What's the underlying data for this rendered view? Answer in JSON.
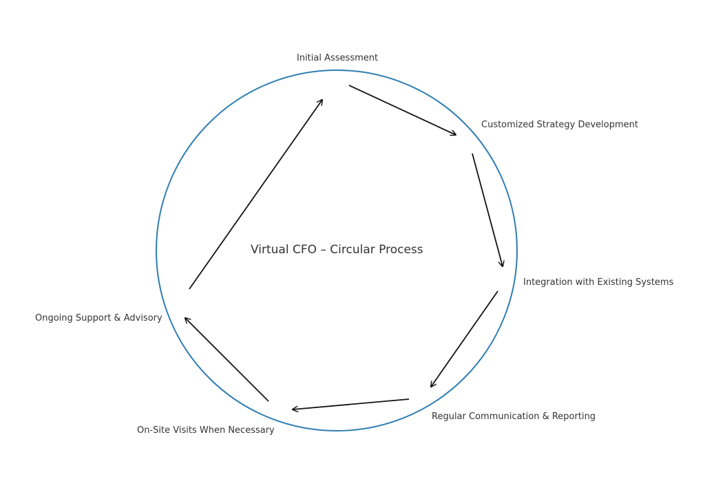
{
  "diagram": {
    "title": "Virtual CFO – Circular Process",
    "circle_color": "#2f7db3",
    "arrow_color": "#111111",
    "steps": [
      {
        "label": "Initial Assessment"
      },
      {
        "label": "Customized Strategy Development"
      },
      {
        "label": "Integration with Existing Systems"
      },
      {
        "label": "Regular Communication & Reporting"
      },
      {
        "label": "On-Site Visits When Necessary"
      },
      {
        "label": "Ongoing Support & Advisory"
      }
    ]
  }
}
